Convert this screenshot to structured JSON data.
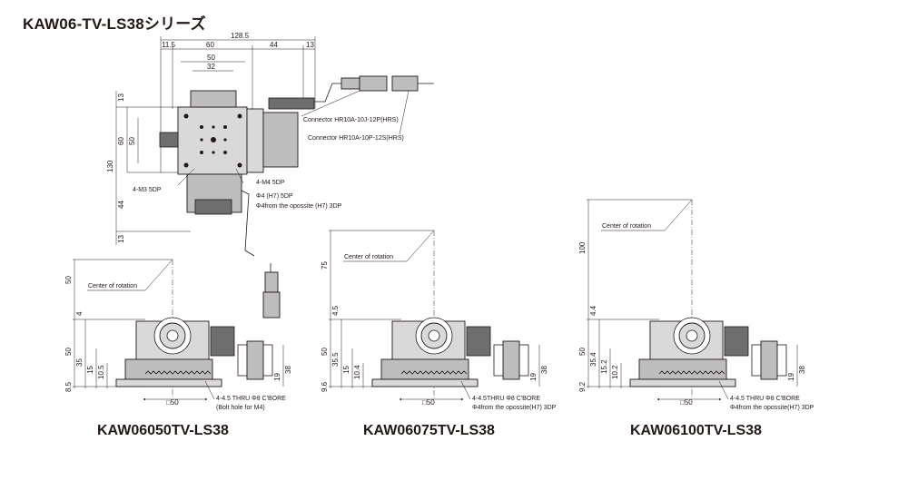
{
  "title": "KAW06-TV-LS38シリーズ",
  "models": [
    {
      "name": "KAW06050TV-LS38"
    },
    {
      "name": "KAW06075TV-LS38"
    },
    {
      "name": "KAW06100TV-LS38"
    }
  ],
  "top_view": {
    "dims": {
      "overall": "128.5",
      "d11_5": "11.5",
      "d60": "60",
      "d44": "44",
      "d13": "13",
      "d50": "50",
      "d32": "32",
      "left13a": "13",
      "left60": "60",
      "left50": "50",
      "left130": "130",
      "left44": "44",
      "left13b": "13"
    },
    "labels": {
      "m3": "4-M3 5DP",
      "m4": "4-M4 5DP",
      "phi4": "Φ4 (H7) 5DP",
      "phi4_opposite": "Φ4from the opossite (H7)  3DP",
      "connector1": "Connector HR10A-10J-12P(HRS)",
      "connector2": "Connector HR10A-10P-12S(HRS)"
    }
  },
  "side_views": [
    {
      "center_label": "Center of rotation",
      "height_top": "50",
      "d4": "4",
      "d50": "50",
      "d35": "35",
      "d15": "15",
      "d10_5": "10.5",
      "d8_5": "8.5",
      "d38": "38",
      "d19": "19",
      "square": "□50",
      "thru": "4-4.5 THRU Φ8 C'BORE",
      "extra": "(Bolt hole for M4)"
    },
    {
      "center_label": "Center of rotation",
      "height_top": "75",
      "d4": "4.5",
      "d50": "50",
      "d35": "35.5",
      "d15": "15",
      "d10_5": "10.4",
      "d8_5": "9.6",
      "d38": "38",
      "d19": "19",
      "square": "□50",
      "thru": "4-4.5THRU Φ8 C'BORE",
      "extra": "Φ4from the opossite(H7) 3DP"
    },
    {
      "center_label": "Center of rotation",
      "height_top": "100",
      "d4": "4.4",
      "d50": "50",
      "d35": "35.4",
      "d15": "15.2",
      "d10_5": "10.2",
      "d8_5": "9.2",
      "d38": "38",
      "d19": "19",
      "square": "□50",
      "thru": "4-4.5 THRU Φ8 C'BORE",
      "extra": "Φ4from the opossite(H7) 3DP"
    }
  ]
}
